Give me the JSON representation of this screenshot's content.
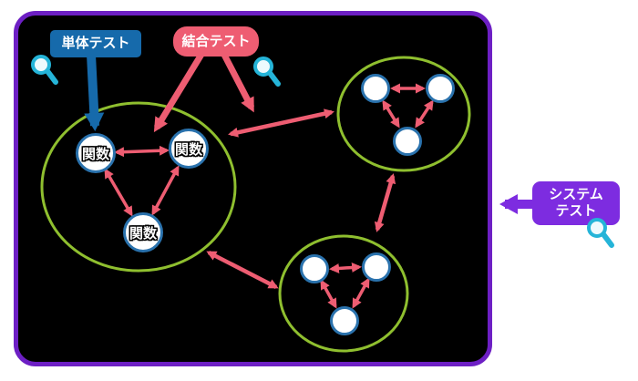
{
  "colors": {
    "page_white": "#ffffff",
    "canvas_black": "#000000",
    "boundary_purple": "#6d1fc4",
    "system_label_purple": "#7d2ce0",
    "unit_test_blue": "#166aab",
    "integration_pink": "#ee5d72",
    "module_green": "#8fbf2f",
    "node_border_blue": "#2a72ad",
    "magnifier_teal": "#25b4d8"
  },
  "labels": {
    "unit_test": "単体テスト",
    "integration_test": "結合テスト",
    "system_test_line1": "システム",
    "system_test_line2": "テスト"
  },
  "nodes": {
    "left_module": [
      {
        "label": "関数"
      },
      {
        "label": "関数"
      },
      {
        "label": "関数"
      }
    ]
  },
  "icons": {
    "magnifier": "magnifier-icon"
  }
}
